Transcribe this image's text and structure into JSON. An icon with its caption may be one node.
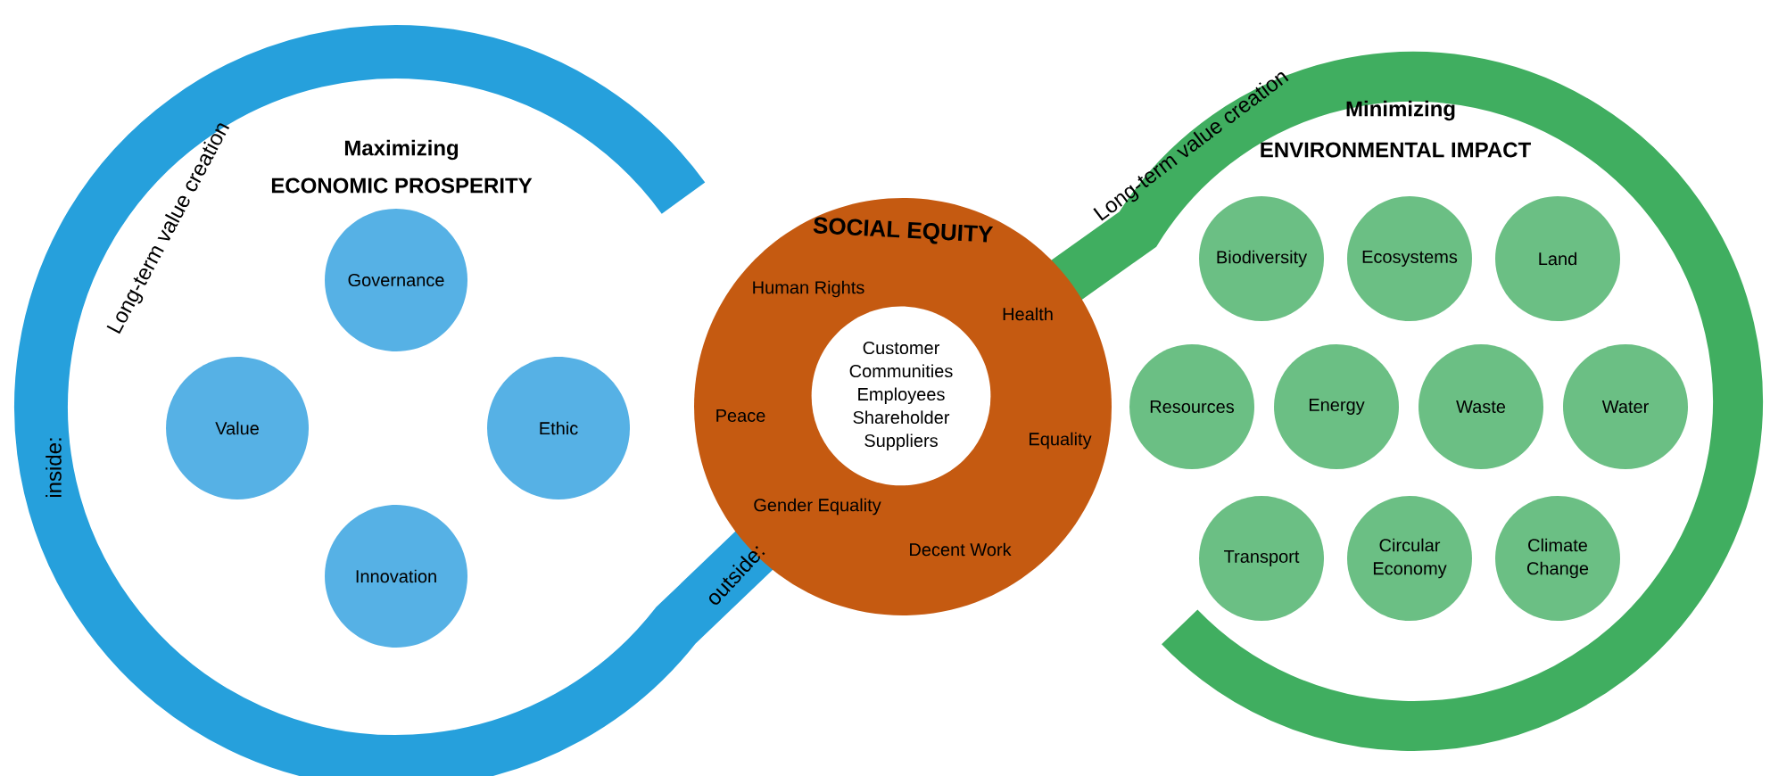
{
  "diagram": {
    "nodes": [
      {
        "text": [
          "Governance"
        ]
      },
      {
        "text": [
          "Value"
        ]
      },
      {
        "text": [
          "Ethic"
        ]
      },
      {
        "text": [
          "Innovation"
        ]
      },
      {
        "text": [
          "SOCIAL EQUITY",
          "Human Rights",
          "Health",
          "Peace",
          "Equality",
          "Gender Equality",
          "Decent Work"
        ]
      },
      {
        "text": [
          "Customer Communities Employees Shareholder Suppliers"
        ],
        "in": 4
      },
      {
        "text": [
          "Biodiversity"
        ]
      },
      {
        "text": [
          "Ecosystems"
        ]
      },
      {
        "text": [
          "Land"
        ]
      },
      {
        "text": [
          "Resources"
        ]
      },
      {
        "text": [
          "Energy"
        ]
      },
      {
        "text": [
          "Waste"
        ]
      },
      {
        "text": [
          "Water"
        ]
      },
      {
        "text": [
          "Transport"
        ]
      },
      {
        "text": [
          "Circular Economy"
        ]
      },
      {
        "text": [
          "Climate Change"
        ]
      }
    ],
    "labels": [
      "Maximizing",
      "ECONOMIC PROSPERITY",
      "inside:",
      "Long-term value creation",
      "outside:",
      "Long-term value creation",
      "Minimizing",
      "ENVIRONMENTAL IMPACT"
    ]
  }
}
